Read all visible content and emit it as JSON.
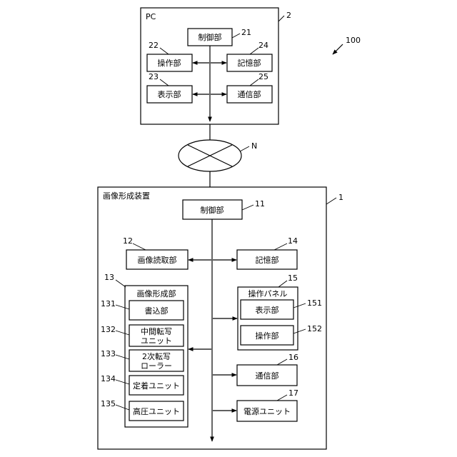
{
  "figure": {
    "system_ref": "100",
    "pc": {
      "title": "PC",
      "ref": "2",
      "control": {
        "label": "制御部",
        "ref": "21"
      },
      "operation": {
        "label": "操作部",
        "ref": "22"
      },
      "storage": {
        "label": "記憶部",
        "ref": "24"
      },
      "display": {
        "label": "表示部",
        "ref": "23"
      },
      "communication": {
        "label": "通信部",
        "ref": "25"
      }
    },
    "network": {
      "ref": "N"
    },
    "device": {
      "title": "画像形成装置",
      "ref": "1",
      "control": {
        "label": "制御部",
        "ref": "11"
      },
      "reader": {
        "label": "画像読取部",
        "ref": "12"
      },
      "storage": {
        "label": "記憶部",
        "ref": "14"
      },
      "image_forming": {
        "label": "画像形成部",
        "ref": "13",
        "units": [
          {
            "line1": "書込部",
            "line2": "",
            "ref": "131"
          },
          {
            "line1": "中間転写",
            "line2": "ユニット",
            "ref": "132"
          },
          {
            "line1": "2次転写",
            "line2": "ローラー",
            "ref": "133"
          },
          {
            "line1": "定着ユニット",
            "line2": "",
            "ref": "134"
          },
          {
            "line1": "高圧ユニット",
            "line2": "",
            "ref": "135"
          }
        ]
      },
      "panel": {
        "label": "操作パネル",
        "ref": "15",
        "display": {
          "label": "表示部",
          "ref": "151"
        },
        "operation": {
          "label": "操作部",
          "ref": "152"
        }
      },
      "communication": {
        "label": "通信部",
        "ref": "16"
      },
      "power": {
        "label": "電源ユニット",
        "ref": "17"
      }
    }
  }
}
